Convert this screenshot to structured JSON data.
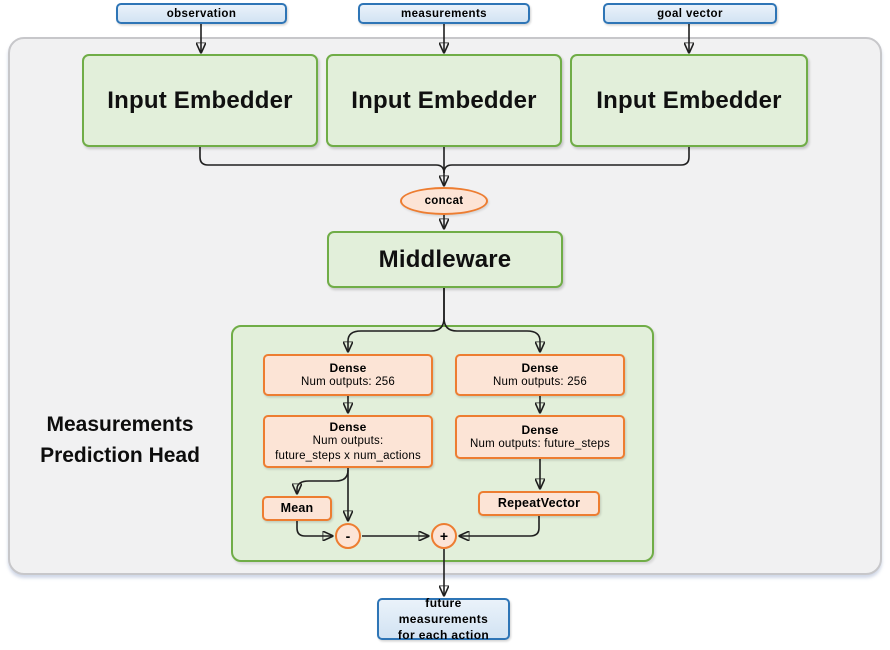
{
  "diagram": {
    "inputs": [
      {
        "label": "observation"
      },
      {
        "label": "measurements"
      },
      {
        "label": "goal vector"
      }
    ],
    "embedders": [
      {
        "label": "Input Embedder"
      },
      {
        "label": "Input Embedder"
      },
      {
        "label": "Input Embedder"
      }
    ],
    "concat": {
      "label": "concat"
    },
    "middleware": {
      "label": "Middleware"
    },
    "head": {
      "label_line1": "Measurements",
      "label_line2": "Prediction Head",
      "dense_left_1": {
        "title": "Dense",
        "line1": "Num outputs: 256"
      },
      "dense_right_1": {
        "title": "Dense",
        "line1": "Num outputs: 256"
      },
      "dense_left_2": {
        "title": "Dense",
        "line1": "Num outputs:",
        "line2": "future_steps x num_actions"
      },
      "dense_right_2": {
        "title": "Dense",
        "line1": "Num outputs: future_steps"
      },
      "mean": {
        "label": "Mean"
      },
      "repeat_vector": {
        "label": "RepeatVector"
      },
      "subtract": {
        "label": "-"
      },
      "add": {
        "label": "+"
      }
    },
    "output": {
      "line1": "future measurements",
      "line2": "for each action"
    }
  },
  "colors": {
    "input_border": "#2e75b6",
    "input_fill": "#d9e7f5",
    "module_fill": "#e2efda",
    "module_border": "#70ad47",
    "op_fill": "#fce4d6",
    "op_border": "#ed7d31",
    "frame_fill": "#f1f1f2",
    "frame_border": "#c7c7ca",
    "wire": "#1f1f1f"
  }
}
